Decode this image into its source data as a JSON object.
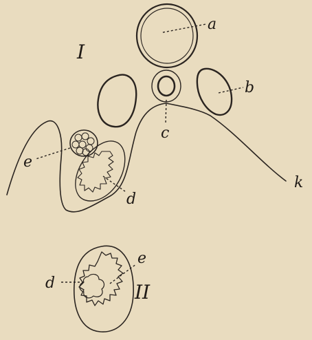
{
  "figure": {
    "part_one": "I",
    "part_two": "II"
  },
  "labels": {
    "a": "a",
    "b": "b",
    "c": "c",
    "d": "d",
    "e": "e",
    "k": "k",
    "d2": "d",
    "e2": "e"
  },
  "colors": {
    "paper": "#e9dcbf",
    "ink": "#2a2420"
  }
}
